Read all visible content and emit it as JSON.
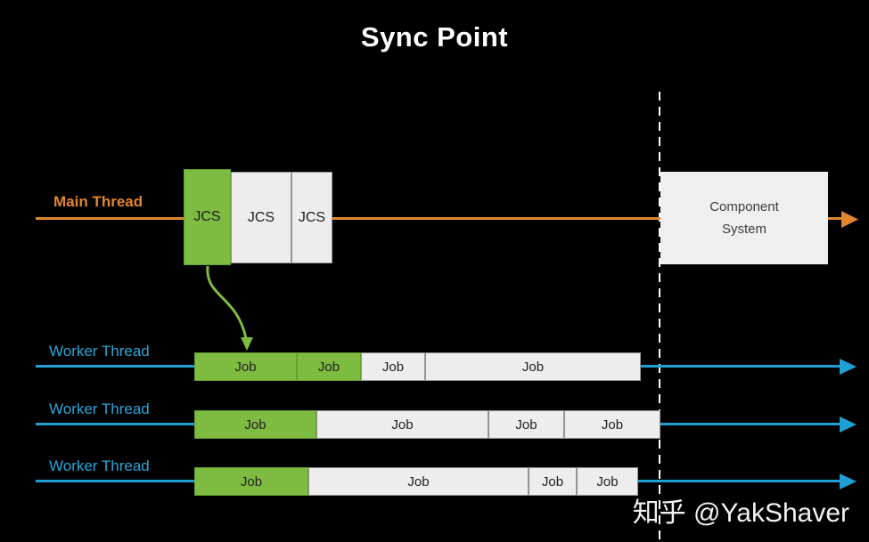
{
  "title": "Sync Point",
  "watermark": "知乎 @YakShaver",
  "colors": {
    "background": "#000000",
    "main_thread_orange": "#E0862F",
    "worker_thread_cyan": "#28A5D8",
    "block_green": "#7EBB41",
    "block_gray": "#EDEDED",
    "block_text": "#212121",
    "dashed_line_white": "#FFFFFF"
  },
  "main_thread": {
    "label": "Main Thread",
    "jcs_blocks": [
      {
        "label": "JCS",
        "variant": "green"
      },
      {
        "label": "JCS",
        "variant": "gray"
      },
      {
        "label": "JCS",
        "variant": "gray"
      }
    ],
    "component_system": {
      "line1": "Component",
      "line2": "System"
    }
  },
  "workers": [
    {
      "label": "Worker Thread",
      "jobs": [
        {
          "label": "Job",
          "variant": "green"
        },
        {
          "label": "Job",
          "variant": "green"
        },
        {
          "label": "Job",
          "variant": "gray"
        },
        {
          "label": "Job",
          "variant": "gray"
        }
      ]
    },
    {
      "label": "Worker Thread",
      "jobs": [
        {
          "label": "Job",
          "variant": "green"
        },
        {
          "label": "Job",
          "variant": "gray"
        },
        {
          "label": "Job",
          "variant": "gray"
        },
        {
          "label": "Job",
          "variant": "gray"
        }
      ]
    },
    {
      "label": "Worker Thread",
      "jobs": [
        {
          "label": "Job",
          "variant": "green"
        },
        {
          "label": "Job",
          "variant": "gray"
        },
        {
          "label": "Job",
          "variant": "gray"
        },
        {
          "label": "Job",
          "variant": "gray"
        }
      ]
    }
  ]
}
